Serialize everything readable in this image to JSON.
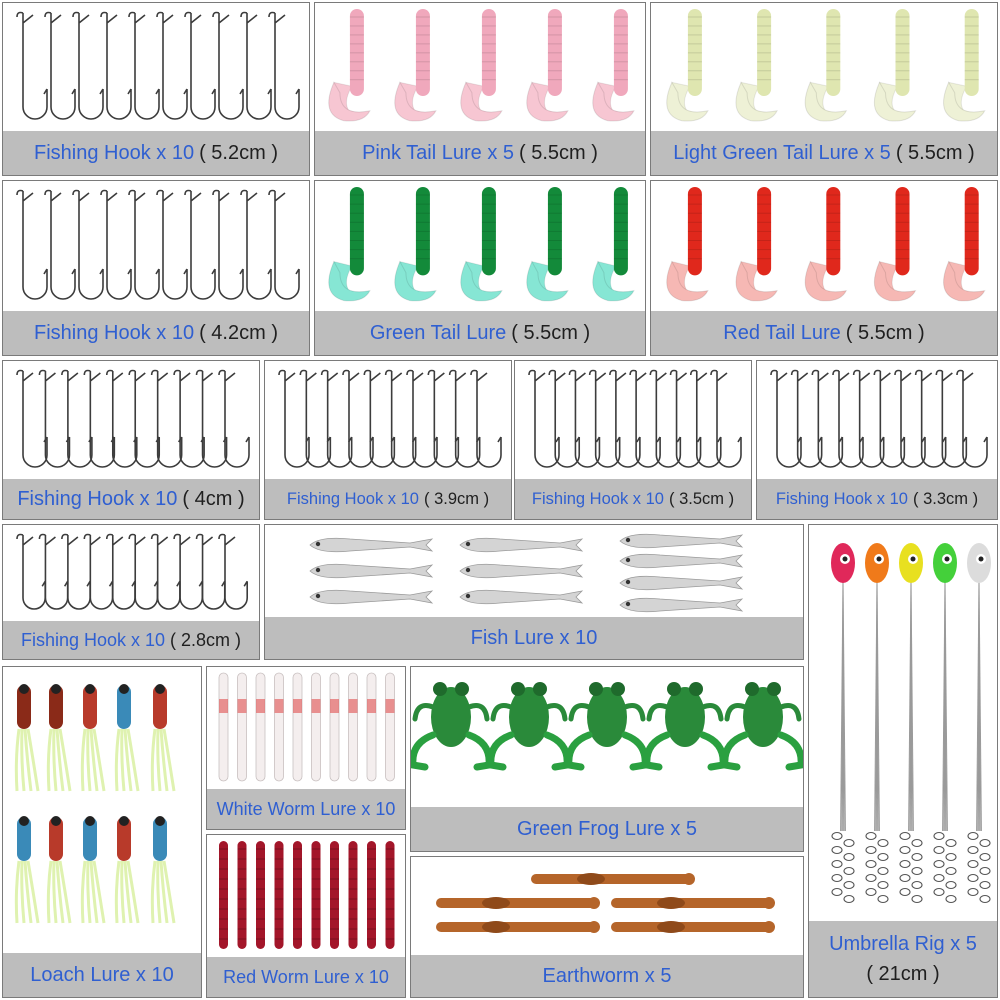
{
  "items": {
    "hook52": {
      "name": "Fishing Hook x 10",
      "size": "( 5.2cm )"
    },
    "pink": {
      "name": "Pink Tail Lure x 5",
      "size": "( 5.5cm )"
    },
    "lgreen": {
      "name": "Light Green Tail Lure x 5",
      "size": "( 5.5cm )"
    },
    "hook42": {
      "name": "Fishing Hook x 10",
      "size": "( 4.2cm )"
    },
    "green": {
      "name": "Green Tail Lure",
      "size": "( 5.5cm )"
    },
    "red": {
      "name": "Red Tail Lure",
      "size": "( 5.5cm )"
    },
    "hook40": {
      "name": "Fishing Hook x 10",
      "size": "( 4cm )"
    },
    "hook39": {
      "name": "Fishing Hook x 10",
      "size": "( 3.9cm )"
    },
    "hook35": {
      "name": "Fishing Hook x 10",
      "size": "( 3.5cm )"
    },
    "hook33": {
      "name": "Fishing Hook x 10",
      "size": "( 3.3cm )"
    },
    "hook28": {
      "name": "Fishing Hook x 10",
      "size": "( 2.8cm )"
    },
    "fish": {
      "name": "Fish Lure x 10"
    },
    "umbrella": {
      "name": "Umbrella Rig x 5",
      "size": "( 21cm )"
    },
    "loach": {
      "name": "Loach Lure x 10"
    },
    "whiteworm": {
      "name": "White Worm Lure x 10"
    },
    "frog": {
      "name": "Green Frog Lure x 5"
    },
    "redworm": {
      "name": "Red Worm Lure x 10"
    },
    "earthworm": {
      "name": "Earthworm x 5"
    }
  },
  "colors": {
    "caption_bg": "#bdbdbd",
    "name_text": "#2f5fd1",
    "hook_metal": "#3c3c3c",
    "pink_lure": "#f2b8c6",
    "light_green_lure": "#e7ecc4",
    "green_lure_body": "#138a3a",
    "green_lure_tail": "#7fe3d0",
    "red_lure_body": "#e0281c",
    "red_lure_tail": "#f6b8b4",
    "frog_green": "#2a8a3a",
    "red_worm": "#a3162a",
    "earthworm": "#b5652a"
  },
  "icons": [
    "fishing-hook-icon",
    "tail-lure-icon",
    "fish-lure-icon",
    "frog-lure-icon",
    "worm-lure-icon",
    "umbrella-rig-icon",
    "loach-lure-icon"
  ]
}
